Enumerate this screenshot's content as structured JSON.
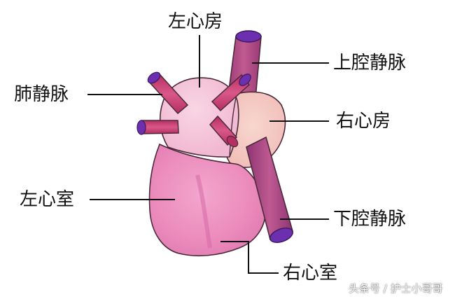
{
  "labels": {
    "left_atrium": "左心房",
    "pulmonary_veins": "肺静脉",
    "superior_vena_cava": "上腔静脉",
    "right_atrium": "右心房",
    "left_ventricle": "左心室",
    "inferior_vena_cava": "下腔静脉",
    "right_ventricle": "右心室"
  },
  "watermark": "头条号 / 护士小哥哥",
  "colors": {
    "ventricle_pink": "#ee8fc0",
    "atrium_pink": "#f5c3d8",
    "right_atrium_peach": "#f6c9c4",
    "vein_magenta": "#c23a6e",
    "vena_cava_violet": "#b0477a",
    "vessel_opening": "#6b2fb0",
    "outline": "#4a2a3a",
    "leader_line": "#111111"
  }
}
